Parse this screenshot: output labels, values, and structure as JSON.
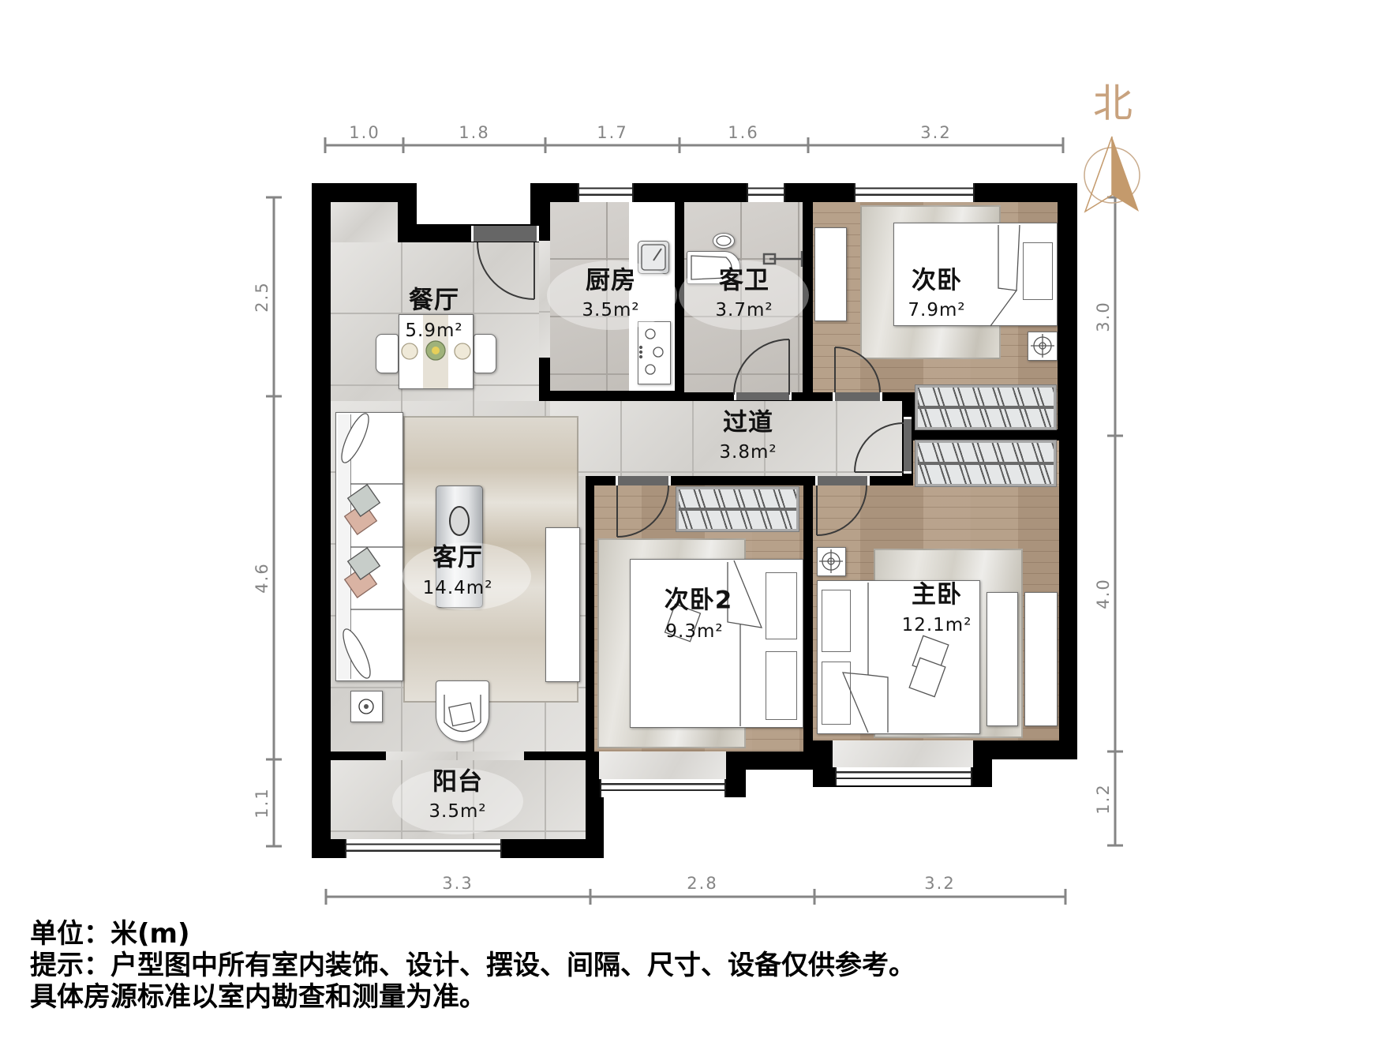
{
  "compass": {
    "label": "北",
    "icon": "north-arrow-icon",
    "color": "#c49a6c"
  },
  "dimensions": {
    "top": [
      "1.0",
      "1.8",
      "1.7",
      "1.6",
      "3.2"
    ],
    "bottom": [
      "3.3",
      "2.8",
      "3.2"
    ],
    "left": [
      "2.5",
      "4.6",
      "1.1"
    ],
    "right": [
      "3.0",
      "4.0",
      "1.2"
    ]
  },
  "rooms": {
    "dining": {
      "name": "餐厅",
      "area": "5.9m²"
    },
    "kitchen": {
      "name": "厨房",
      "area": "3.5m²"
    },
    "guest_bath": {
      "name": "客卫",
      "area": "3.7m²"
    },
    "second_bedroom": {
      "name": "次卧",
      "area": "7.9m²"
    },
    "hallway": {
      "name": "过道",
      "area": "3.8m²"
    },
    "living": {
      "name": "客厅",
      "area": "14.4m²"
    },
    "second_bedroom_2": {
      "name": "次卧2",
      "area": "9.3m²"
    },
    "master_bedroom": {
      "name": "主卧",
      "area": "12.1m²"
    },
    "balcony": {
      "name": "阳台",
      "area": "3.5m²"
    }
  },
  "notes": {
    "unit": "单位：米(m)",
    "disclaimer": "提示：户型图中所有室内装饰、设计、摆设、间隔、尺寸、设备仅供参考。",
    "standard": "具体房源标准以室内勘查和测量为准。"
  },
  "colors": {
    "wall": "#000000",
    "stone_floor": "#d9d7d3",
    "wood_floor": "#b39b83",
    "tile_floor": "#c9c5c0",
    "dimension_line": "#858585",
    "compass": "#c49a6c"
  }
}
